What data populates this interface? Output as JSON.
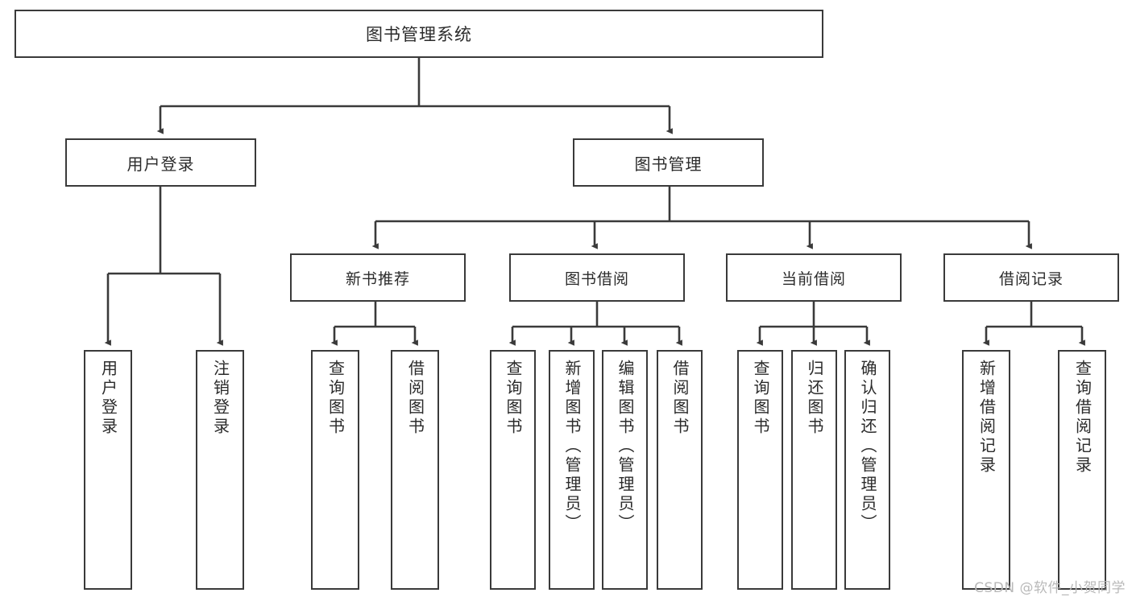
{
  "diagram": {
    "type": "tree-hierarchy",
    "title": "图书管理系统",
    "watermark": "CSDN @软件_小贺同学",
    "colors": {
      "background": "#ffffff",
      "border": "#3a3a3a",
      "text": "#2b2b2b",
      "edge": "#3a3a3a",
      "watermark": "#b9b9b9"
    },
    "nodes": {
      "root": {
        "label": "图书管理系统"
      },
      "level1": [
        {
          "id": "user-login",
          "label": "用户登录"
        },
        {
          "id": "book-manage",
          "label": "图书管理"
        }
      ],
      "level2": [
        {
          "id": "new-book-recommend",
          "label": "新书推荐"
        },
        {
          "id": "book-borrow",
          "label": "图书借阅"
        },
        {
          "id": "current-borrow",
          "label": "当前借阅"
        },
        {
          "id": "borrow-record",
          "label": "借阅记录"
        }
      ],
      "leaves": {
        "user_login": [
          {
            "id": "leaf-user-login",
            "label": "用户登录"
          },
          {
            "id": "leaf-logout-login",
            "label": "注销登录"
          }
        ],
        "new_book_recommend": [
          {
            "id": "leaf-query-book-1",
            "label": "查询图书"
          },
          {
            "id": "leaf-borrow-book-1",
            "label": "借阅图书"
          }
        ],
        "book_borrow": [
          {
            "id": "leaf-query-book-2",
            "label": "查询图书"
          },
          {
            "id": "leaf-add-book",
            "label": "新增图书（管理员）"
          },
          {
            "id": "leaf-edit-book",
            "label": "编辑图书（管理员）"
          },
          {
            "id": "leaf-borrow-book-2",
            "label": "借阅图书"
          }
        ],
        "current_borrow": [
          {
            "id": "leaf-query-book-3",
            "label": "查询图书"
          },
          {
            "id": "leaf-return-book",
            "label": "归还图书"
          },
          {
            "id": "leaf-confirm-return",
            "label": "确认归还（管理员）"
          }
        ],
        "borrow_record": [
          {
            "id": "leaf-add-record",
            "label": "新增借阅记录"
          },
          {
            "id": "leaf-query-record",
            "label": "查询借阅记录"
          }
        ]
      }
    }
  }
}
